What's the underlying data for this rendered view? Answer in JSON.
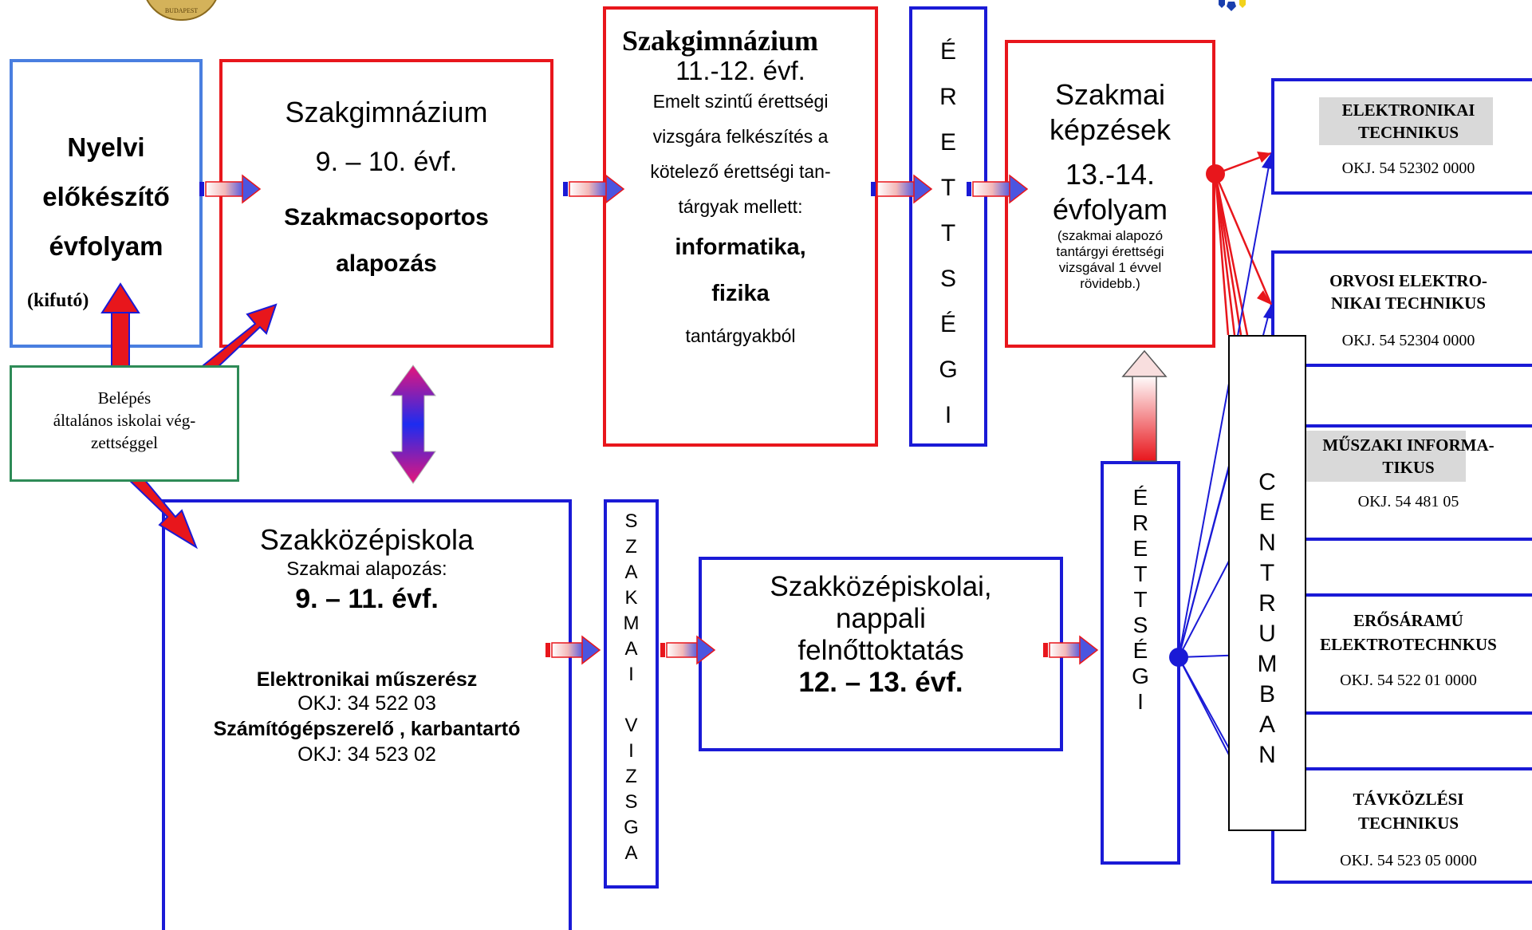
{
  "nyelvi": {
    "l1": "Nyelvi",
    "l2": "előkészítő",
    "l3": "évfolyam",
    "l4": "(kifutó)"
  },
  "szakgim910": {
    "title": "Szakgimnázium",
    "years": "9. – 10. évf.",
    "b1": "Szakmacsoportos",
    "b2": "alapozás"
  },
  "szakgim1112": {
    "title": "Szakgimnázium",
    "years": "11.-12. évf.",
    "l1": "Emelt szintű érettségi",
    "l2": "vizsgára felkészítés a",
    "l3": "kötelező érettségi tan-",
    "l4": "tárgyak mellett:",
    "b1": "informatika,",
    "b2": "fizika",
    "l5": "tantárgyakból"
  },
  "erettsegi_top": [
    "É",
    "R",
    "E",
    "T",
    "T",
    "S",
    "É",
    "G",
    "I"
  ],
  "szakmai_kepzes": {
    "l1": "Szakmai",
    "l2": "képzések",
    "l3": "13.-14.",
    "l4": "évfolyam",
    "s1": "(szakmai alapozó",
    "s2": "tantárgyi érettségi",
    "s3": "vizsgával 1 évvel",
    "s4": "rövidebb.)"
  },
  "belepes": {
    "l1": "Belépés",
    "l2": "általános iskolai vég-",
    "l3": "zettséggel"
  },
  "szakkozep": {
    "title": "Szakközépiskola",
    "sub": "Szakmai alapozás:",
    "years": "9. – 11. évf.",
    "q1": "Elektronikai műszerész",
    "q1code": "OKJ: 34 522 03",
    "q2": "Számítógépszerelő , karbantartó",
    "q2code": "OKJ: 34 523 02"
  },
  "szakmai_vizsga": [
    "S",
    "Z",
    "A",
    "K",
    "M",
    "A",
    "I",
    "",
    "V",
    "I",
    "Z",
    "S",
    "G",
    "A"
  ],
  "felnott": {
    "l1": "Szakközépiskolai,",
    "l2": "nappali",
    "l3": "felnőttoktatás",
    "l4": "12. – 13. évf."
  },
  "erettsegi_bottom": [
    "É",
    "R",
    "E",
    "T",
    "T",
    "S",
    "É",
    "G",
    "I"
  ],
  "centrumban": [
    "C",
    "E",
    "N",
    "T",
    "R",
    "U",
    "M",
    "B",
    "A",
    "N"
  ],
  "careers": [
    {
      "name1": "ELEKTRONIKAI",
      "name2": "TECHNIKUS",
      "code": "OKJ. 54 52302 0000"
    },
    {
      "name1": "ORVOSI ELEKTRO-",
      "name2": "NIKAI TECHNIKUS",
      "code": "OKJ. 54 52304 0000"
    },
    {
      "name1": "MŰSZAKI INFORMA-",
      "name2": "TIKUS",
      "code": "OKJ. 54 481 05"
    },
    {
      "name1": "ERŐSÁRAMÚ",
      "name2": "ELEKTROTECHNKUS",
      "code": "OKJ. 54 522 01 0000"
    },
    {
      "name1": "TÁVKÖZLÉSI",
      "name2": "TECHNIKUS",
      "code": "OKJ. 54 523 05 0000"
    }
  ],
  "logo": {
    "text": "BUDAPEST"
  },
  "colors": {
    "blue": "#1a1ad6",
    "red": "#e8161c",
    "green": "#2e8b57",
    "grey": "#d9d9d9"
  }
}
